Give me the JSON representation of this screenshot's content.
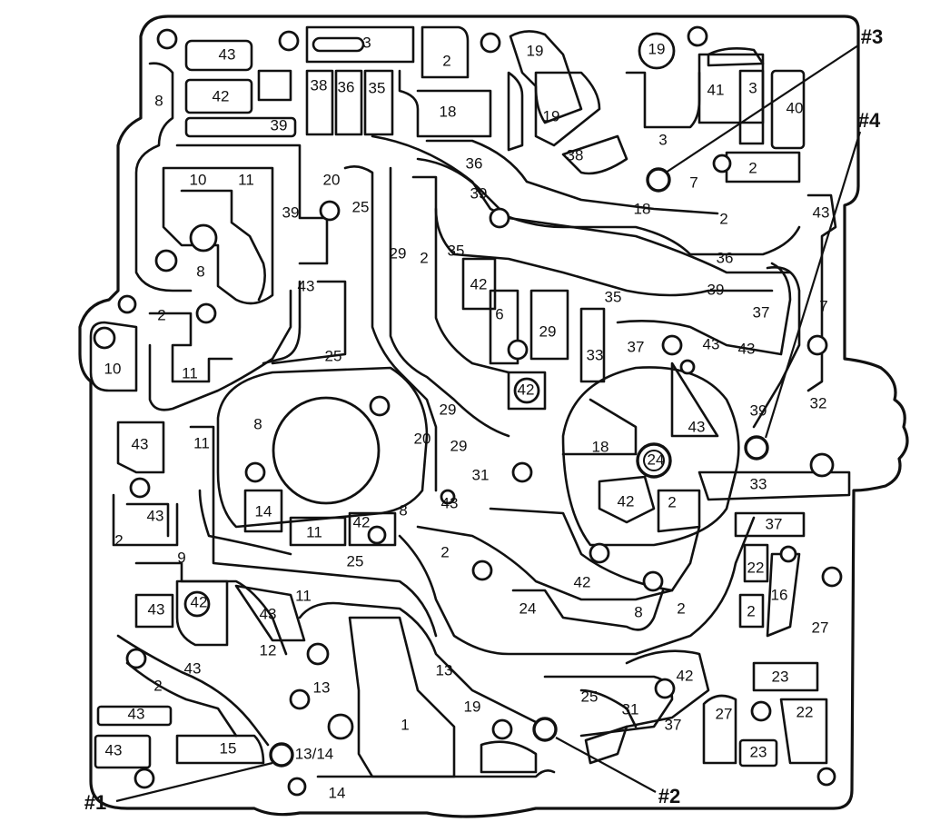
{
  "callouts": {
    "c1": "#1",
    "c2": "#2",
    "c3": "#3",
    "c4": "#4"
  },
  "labels": {
    "l43a": "43",
    "l3a": "3",
    "l2a": "2",
    "l19a": "19",
    "l19b": "19",
    "l8a": "8",
    "l42a": "42",
    "l38a": "38",
    "l36a": "36",
    "l35a": "35",
    "l18a": "18",
    "l19c": "19",
    "l41a": "41",
    "l3b": "3",
    "l40a": "40",
    "l39a": "39",
    "l3c": "3",
    "l38b": "38",
    "l7a": "7",
    "l2b": "2",
    "l36b": "36",
    "l10a": "10",
    "l11a": "11",
    "l20a": "20",
    "l39b": "39",
    "l25a": "25",
    "l18b": "18",
    "l2c": "2",
    "l43b": "43",
    "l29a": "29",
    "l2d": "2",
    "l35b": "35",
    "l36c": "36",
    "l8b": "8",
    "l42b": "42",
    "l35c": "35",
    "l39c": "39",
    "l43c": "43",
    "l2e": "2",
    "l6a": "6",
    "l29b": "29",
    "l37a": "37",
    "l7b": "7",
    "l33a": "33",
    "l37b": "37",
    "l43d": "43",
    "l43e": "43",
    "l10b": "10",
    "l11b": "11",
    "l25b": "25",
    "l42c": "42",
    "l29c": "29",
    "l43f": "43",
    "l39d": "39",
    "l32a": "32",
    "l8c": "8",
    "l11c": "11",
    "l20b": "20",
    "l29d": "29",
    "l18c": "18",
    "l24a": "24",
    "l31a": "31",
    "l33b": "33",
    "l43g": "43",
    "l14a": "14",
    "l11d": "11",
    "l42d": "42",
    "l8d": "8",
    "l43h": "43",
    "l42e": "42",
    "l2f": "2",
    "l37c": "37",
    "l2g": "2",
    "l9a": "9",
    "l25c": "25",
    "l2h": "2",
    "l42f": "42",
    "l22a": "22",
    "l16a": "16",
    "l43i": "43",
    "l42g": "42",
    "l43j": "43",
    "l11e": "11",
    "l24b": "24",
    "l8e": "8",
    "l2i": "2",
    "l2j": "2",
    "l27a": "27",
    "l12a": "12",
    "l43k": "43",
    "l13a": "13",
    "l13b": "13",
    "l42h": "42",
    "l23a": "23",
    "l2k": "2",
    "l43l": "43",
    "l19d": "19",
    "l25d": "25",
    "l31b": "31",
    "l27b": "27",
    "l22b": "22",
    "l1a": "1",
    "l37d": "37",
    "l43m": "43",
    "l15a": "15",
    "l1314": "13/14",
    "l23b": "23",
    "l14b": "14"
  }
}
